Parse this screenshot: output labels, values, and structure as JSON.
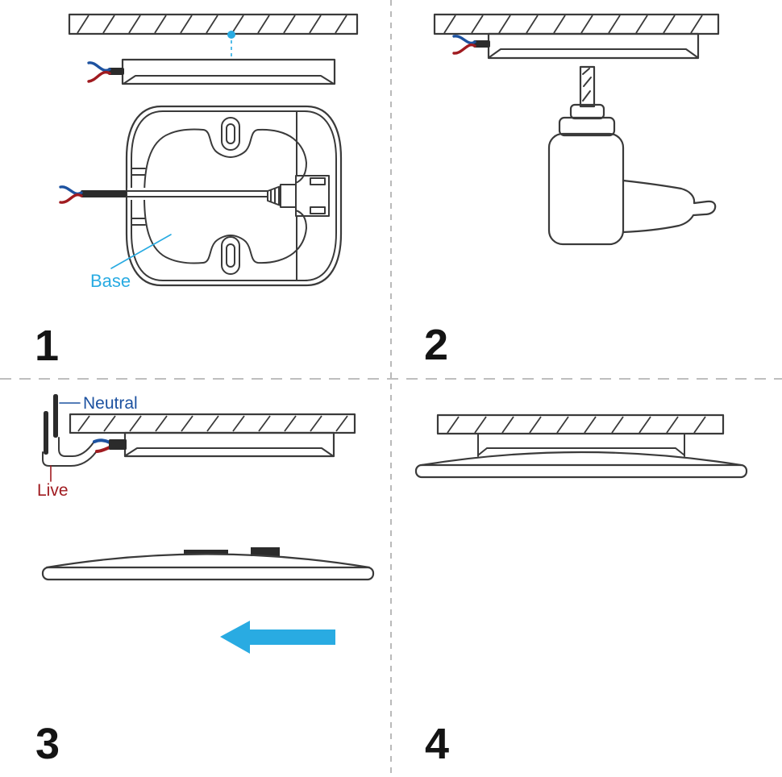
{
  "colors": {
    "accent_blue": "#29abe2",
    "neutral_blue": "#1d52a0",
    "live_red": "#a01b20",
    "outline": "#3a3a3a",
    "connector_black": "#2b2b2b",
    "divider_gray": "#a9a9a9",
    "number_black": "#141414"
  },
  "steps": {
    "step1": {
      "number": "1",
      "base_label": "Base"
    },
    "step2": {
      "number": "2"
    },
    "step3": {
      "number": "3",
      "neutral_label": "Neutral",
      "live_label": "Live"
    },
    "step4": {
      "number": "4"
    }
  }
}
